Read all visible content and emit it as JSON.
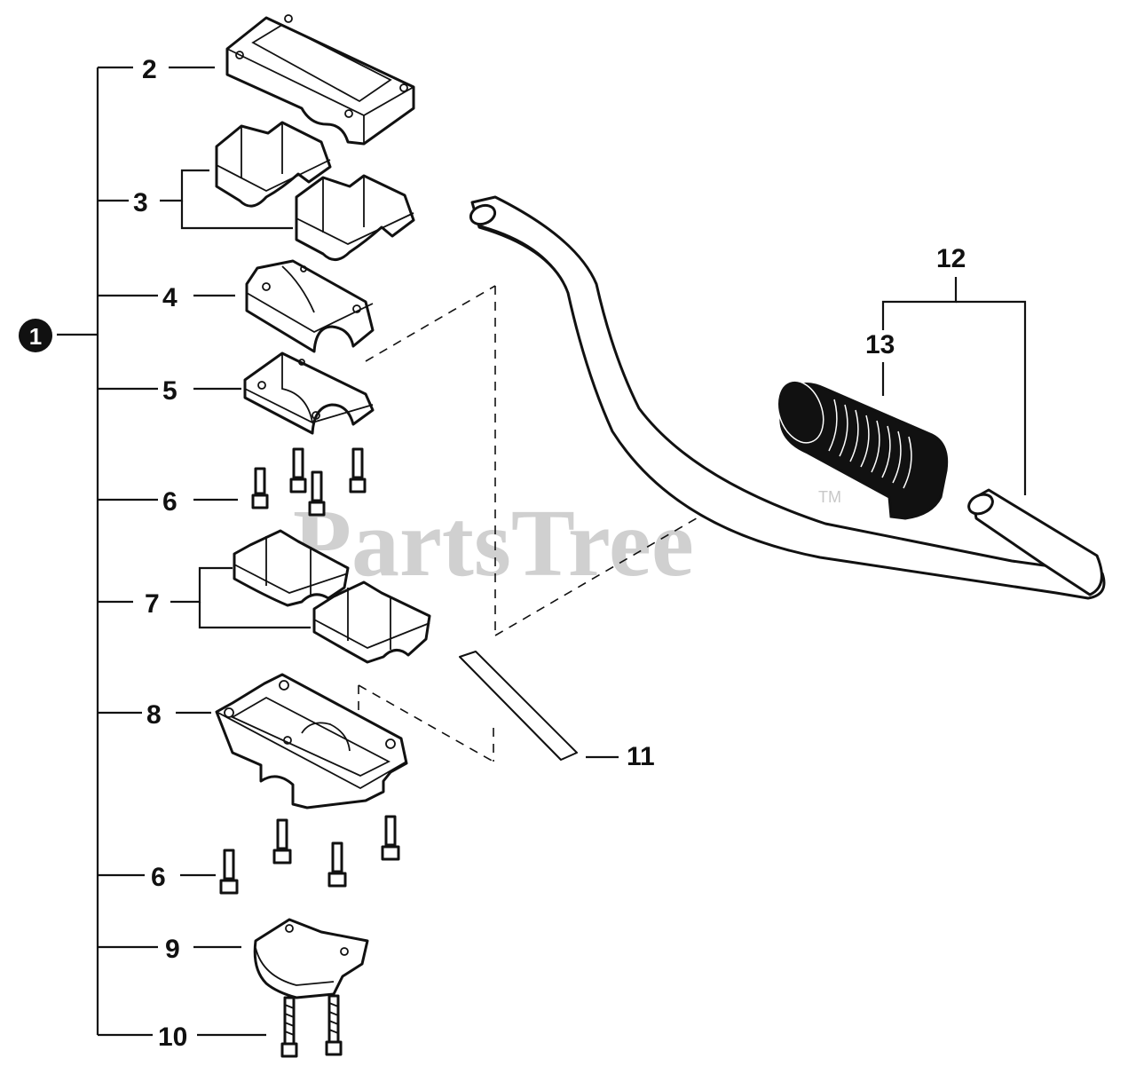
{
  "watermark": {
    "text": "PartsTree",
    "trademark": "TM"
  },
  "assembly_label": "1",
  "labels": {
    "l2": "2",
    "l3": "3",
    "l4": "4",
    "l5": "5",
    "l6a": "6",
    "l7": "7",
    "l8": "8",
    "l6b": "6",
    "l9": "9",
    "l10": "10",
    "l11": "11",
    "l12": "12",
    "l13": "13"
  },
  "colors": {
    "ink": "#111111",
    "watermark": "#d0d0d0",
    "background": "#ffffff"
  }
}
